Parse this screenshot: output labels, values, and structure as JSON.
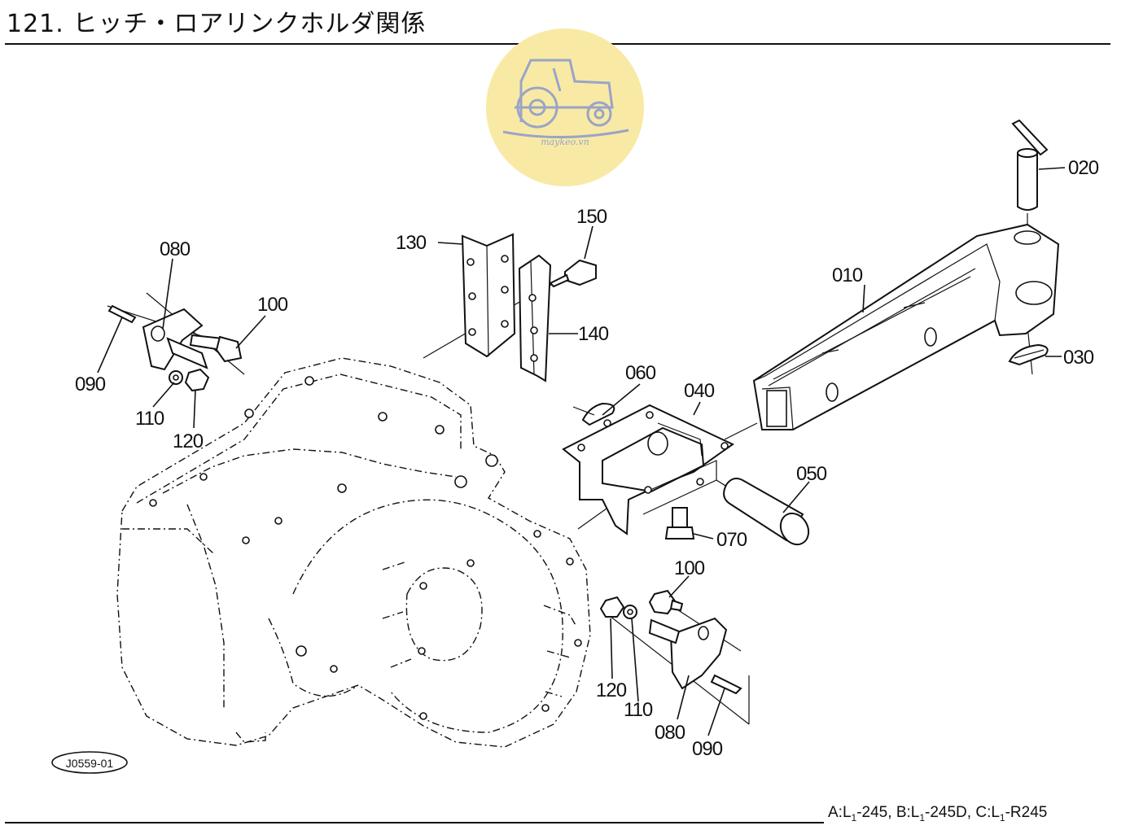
{
  "title": "121. ヒッチ・ロアリンクホルダ関係",
  "watermark": {
    "text": "maykeo.vn",
    "color": "#f7e9a3"
  },
  "diagram_code": "J0559-01",
  "footer": {
    "a_prefix": "A:L",
    "a_sub": "1",
    "a_suffix": "-245,",
    "b_prefix": "B:L",
    "b_sub": "1",
    "b_suffix": "-245D,",
    "c_prefix": "C:L",
    "c_sub": "1",
    "c_suffix": "-R245"
  },
  "callouts": {
    "p010": "010",
    "p020": "020",
    "p030": "030",
    "p040": "040",
    "p050": "050",
    "p060": "060",
    "p070": "070",
    "p080a": "080",
    "p080b": "080",
    "p090a": "090",
    "p090b": "090",
    "p100a": "100",
    "p100b": "100",
    "p110a": "110",
    "p110b": "110",
    "p120a": "120",
    "p120b": "120",
    "p130": "130",
    "p140": "140",
    "p150": "150"
  }
}
